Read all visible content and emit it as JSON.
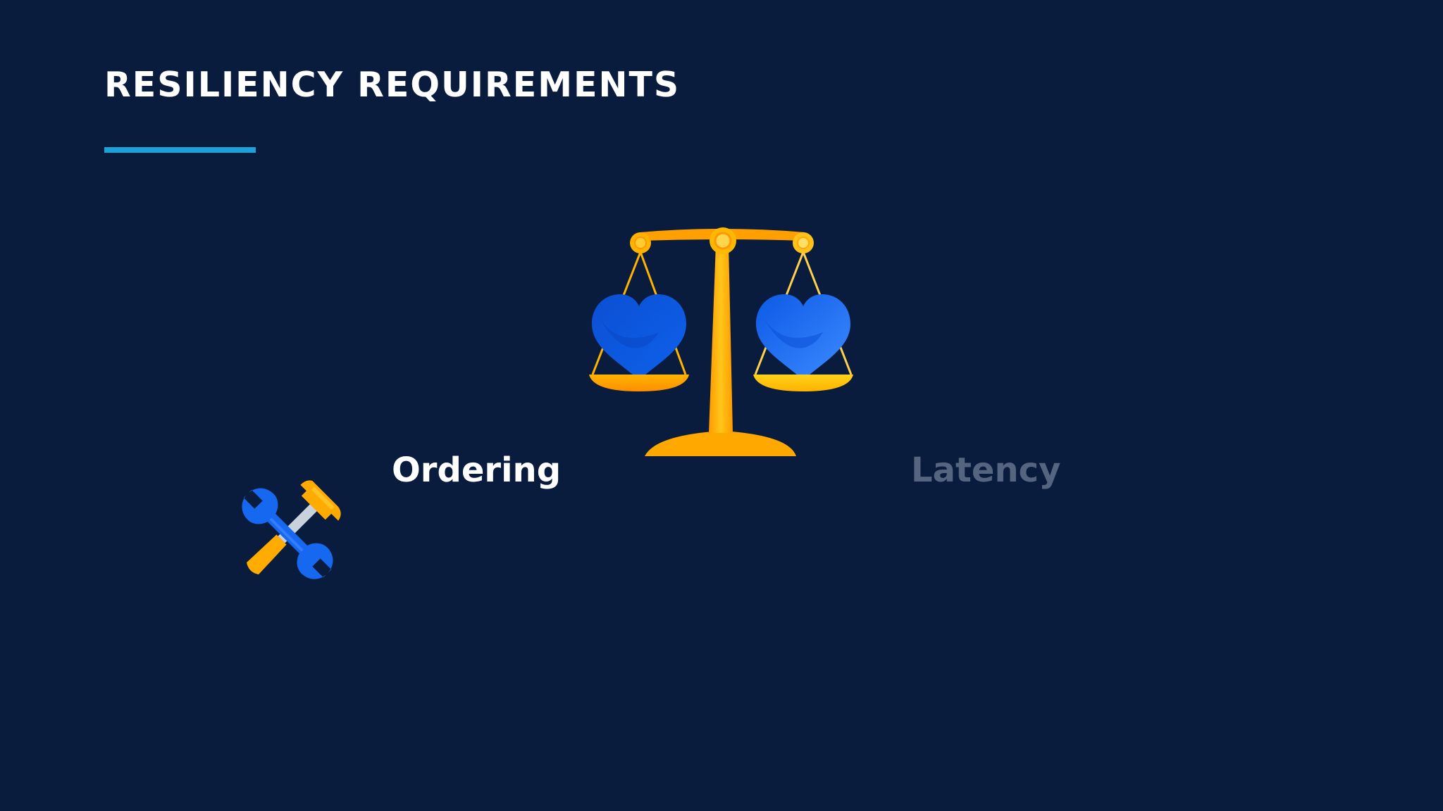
{
  "slide": {
    "title": "RESILIENCY REQUIREMENTS",
    "accent_color": "#1aa2da",
    "background_color": "#0a1c3d"
  },
  "illustrations": {
    "balance": {
      "icon": "balance-scale-icon",
      "pan_contents": "heart-icon",
      "colors": {
        "scale": "#ffab00",
        "hearts": "#0c5de8"
      }
    },
    "tools": {
      "icon": "wrench-hammer-icon",
      "colors": {
        "wrench": "#1668f0",
        "hammer": "#ffab00"
      }
    }
  },
  "labels": {
    "active": "Ordering",
    "inactive": "Latency",
    "active_color": "#ffffff",
    "inactive_color": "#55647f"
  }
}
